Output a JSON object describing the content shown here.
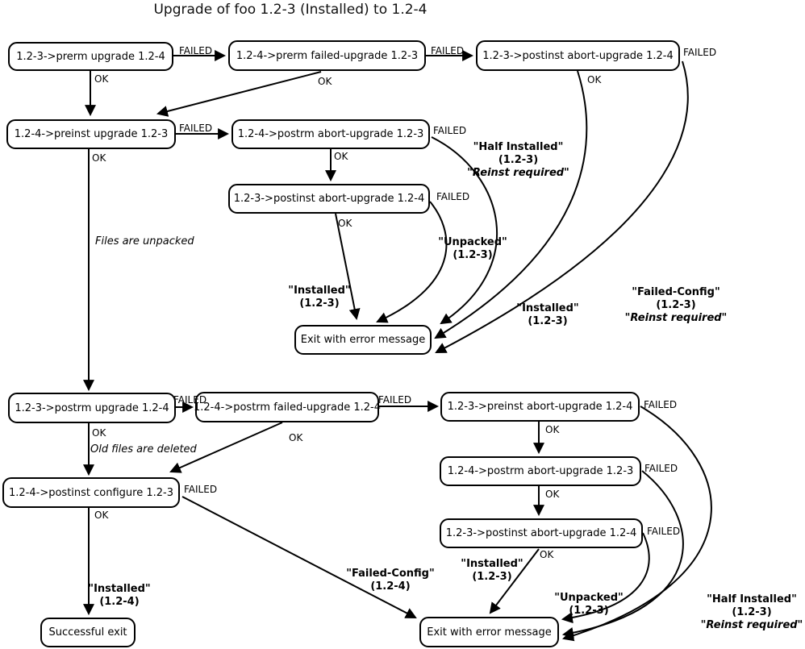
{
  "title": "Upgrade of foo 1.2-3 (Installed) to 1.2-4",
  "labels": {
    "failed": "FAILED",
    "ok": "OK"
  },
  "notes": {
    "files_unpacked": "Files are unpacked",
    "old_files_deleted": "Old files are deleted"
  },
  "nodes": {
    "prerm_upgrade": "1.2-3->prerm upgrade 1.2-4",
    "prerm_failed_upgrade": "1.2-4->prerm failed-upgrade 1.2-3",
    "postinst_abort_top": "1.2-3->postinst abort-upgrade 1.2-4",
    "preinst_upgrade": "1.2-4->preinst upgrade 1.2-3",
    "postrm_abort_mid": "1.2-4->postrm abort-upgrade 1.2-3",
    "postinst_abort_mid": "1.2-3->postinst abort-upgrade 1.2-4",
    "exit_error": "Exit with error message",
    "postrm_upgrade": "1.2-3->postrm upgrade 1.2-4",
    "postrm_failed_upgrade": "1.2-4->postrm failed-upgrade 1.2-4",
    "preinst_abort": "1.2-3->preinst abort-upgrade 1.2-4",
    "postrm_abort_bottom": "1.2-4->postrm abort-upgrade 1.2-3",
    "postinst_configure": "1.2-4->postinst configure 1.2-3",
    "postinst_abort_bottom": "1.2-3->postinst abort-upgrade 1.2-4",
    "successful_exit": "Successful exit"
  },
  "states": {
    "installed_123": {
      "name": "\"Installed\"",
      "version": "(1.2-3)"
    },
    "installed_124": {
      "name": "\"Installed\"",
      "version": "(1.2-4)"
    },
    "unpacked_123": {
      "name": "\"Unpacked\"",
      "version": "(1.2-3)"
    },
    "half_installed_123": {
      "name": "\"Half Installed\"",
      "version": "(1.2-3)",
      "note": "\"Reinst required\""
    },
    "failed_config_123": {
      "name": "\"Failed-Config\"",
      "version": "(1.2-3)",
      "note": "\"Reinst required\""
    },
    "failed_config_124": {
      "name": "\"Failed-Config\"",
      "version": "(1.2-4)"
    }
  }
}
